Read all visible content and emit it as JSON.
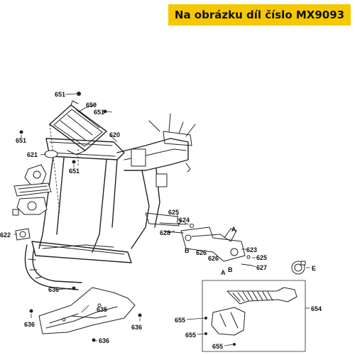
{
  "header": {
    "title": "Na obrázku díl číslo MX9093"
  },
  "callouts": {
    "c651a": "651",
    "c650": "650",
    "c651b": "651",
    "c651c": "651",
    "c620": "620",
    "c621": "621",
    "c651d": "651",
    "c622": "622",
    "c625a": "625",
    "c624": "624",
    "c628": "628",
    "c626a": "626",
    "c626b": "626",
    "c623": "623",
    "c625b": "625",
    "c627": "627",
    "cA1": "A",
    "cA2": "A",
    "cB1": "B",
    "cB2": "B",
    "cE": "E",
    "c636a": "636",
    "c635": "635",
    "c636b": "636",
    "c636c": "636",
    "c636d": "636",
    "c654": "654",
    "c655a": "655",
    "c655b": "655",
    "c655c": "655"
  }
}
